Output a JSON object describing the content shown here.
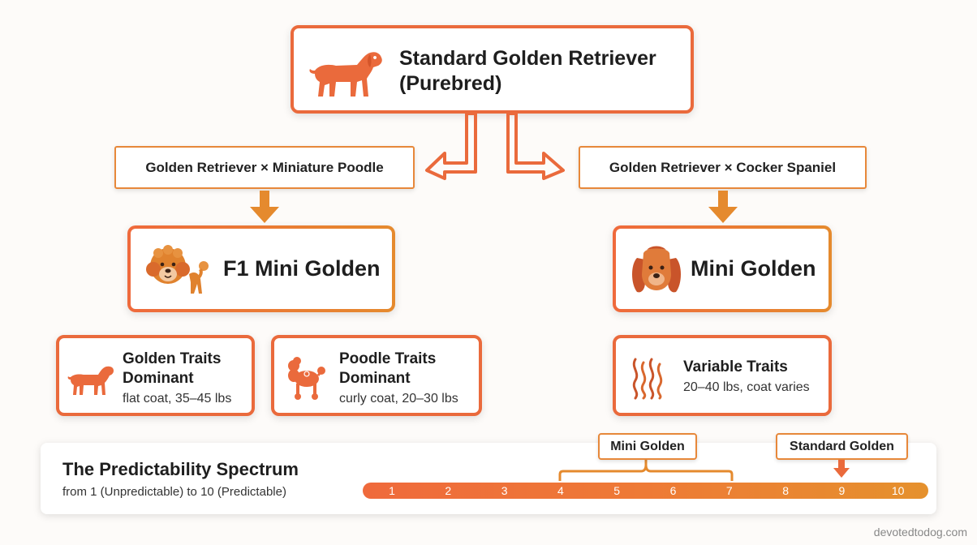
{
  "top": {
    "title_line1": "Standard Golden Retriever",
    "title_line2": "(Purebred)",
    "icon": "golden-retriever-icon"
  },
  "left_branch": {
    "cross_label": "Golden Retriever × Miniature Poodle",
    "result_title": "F1 Mini Golden",
    "result_icon": "doodle-dog-icon",
    "traits": [
      {
        "title_line1": "Golden Traits",
        "title_line2": "Dominant",
        "detail": "flat coat, 35–45 lbs",
        "icon": "retriever-icon"
      },
      {
        "title_line1": "Poodle Traits",
        "title_line2": "Dominant",
        "detail": "curly coat, 20–30 lbs",
        "icon": "poodle-icon"
      }
    ]
  },
  "right_branch": {
    "cross_label": "Golden Retriever × Cocker Spaniel",
    "result_title": "Mini Golden",
    "result_icon": "cocker-spaniel-icon",
    "traits": [
      {
        "title": "Variable Traits",
        "detail": "20–40 lbs, coat varies",
        "icon": "wavy-lines-icon"
      }
    ]
  },
  "spectrum": {
    "title": "The Predictability Spectrum",
    "subtitle": "from 1 (Unpredictable) to 10 (Predictable)",
    "ticks": [
      "1",
      "2",
      "3",
      "4",
      "5",
      "6",
      "7",
      "8",
      "9",
      "10"
    ],
    "mini_golden_label": "Mini Golden",
    "mini_golden_range": [
      4,
      7
    ],
    "standard_golden_label": "Standard Golden",
    "standard_golden_value": 9
  },
  "colors": {
    "accent": "#ea6a3c",
    "accent2": "#e58a2e",
    "text": "#1f1f1f"
  },
  "watermark": "devotedtodog.com"
}
